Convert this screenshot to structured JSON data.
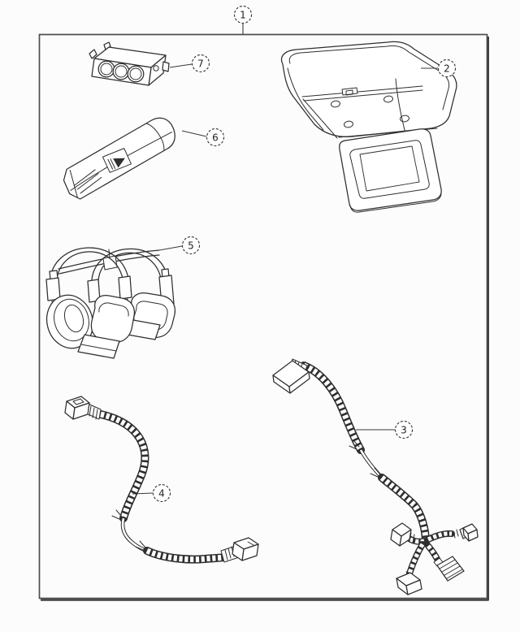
{
  "colors": {
    "background": "#fcfcfc",
    "line": "#2e2e2e",
    "border": "#4d4d4d",
    "leader": "#3a3a3a",
    "callout_text": "#1f1f1f",
    "fill": "#ffffff"
  },
  "diagram": {
    "type": "exploded-parts-line-diagram",
    "callouts": {
      "c1": {
        "label": "1",
        "part": "assembly-boundary-box"
      },
      "c2": {
        "label": "2",
        "part": "overhead-video-monitor-unit"
      },
      "c3": {
        "label": "3",
        "part": "branched-wiring-harness"
      },
      "c4": {
        "label": "4",
        "part": "two-end-wiring-harness"
      },
      "c5": {
        "label": "5",
        "part": "wireless-headphones"
      },
      "c6": {
        "label": "6",
        "part": "remote-control"
      },
      "c7": {
        "label": "7",
        "part": "av-jack-connector-block"
      }
    }
  }
}
